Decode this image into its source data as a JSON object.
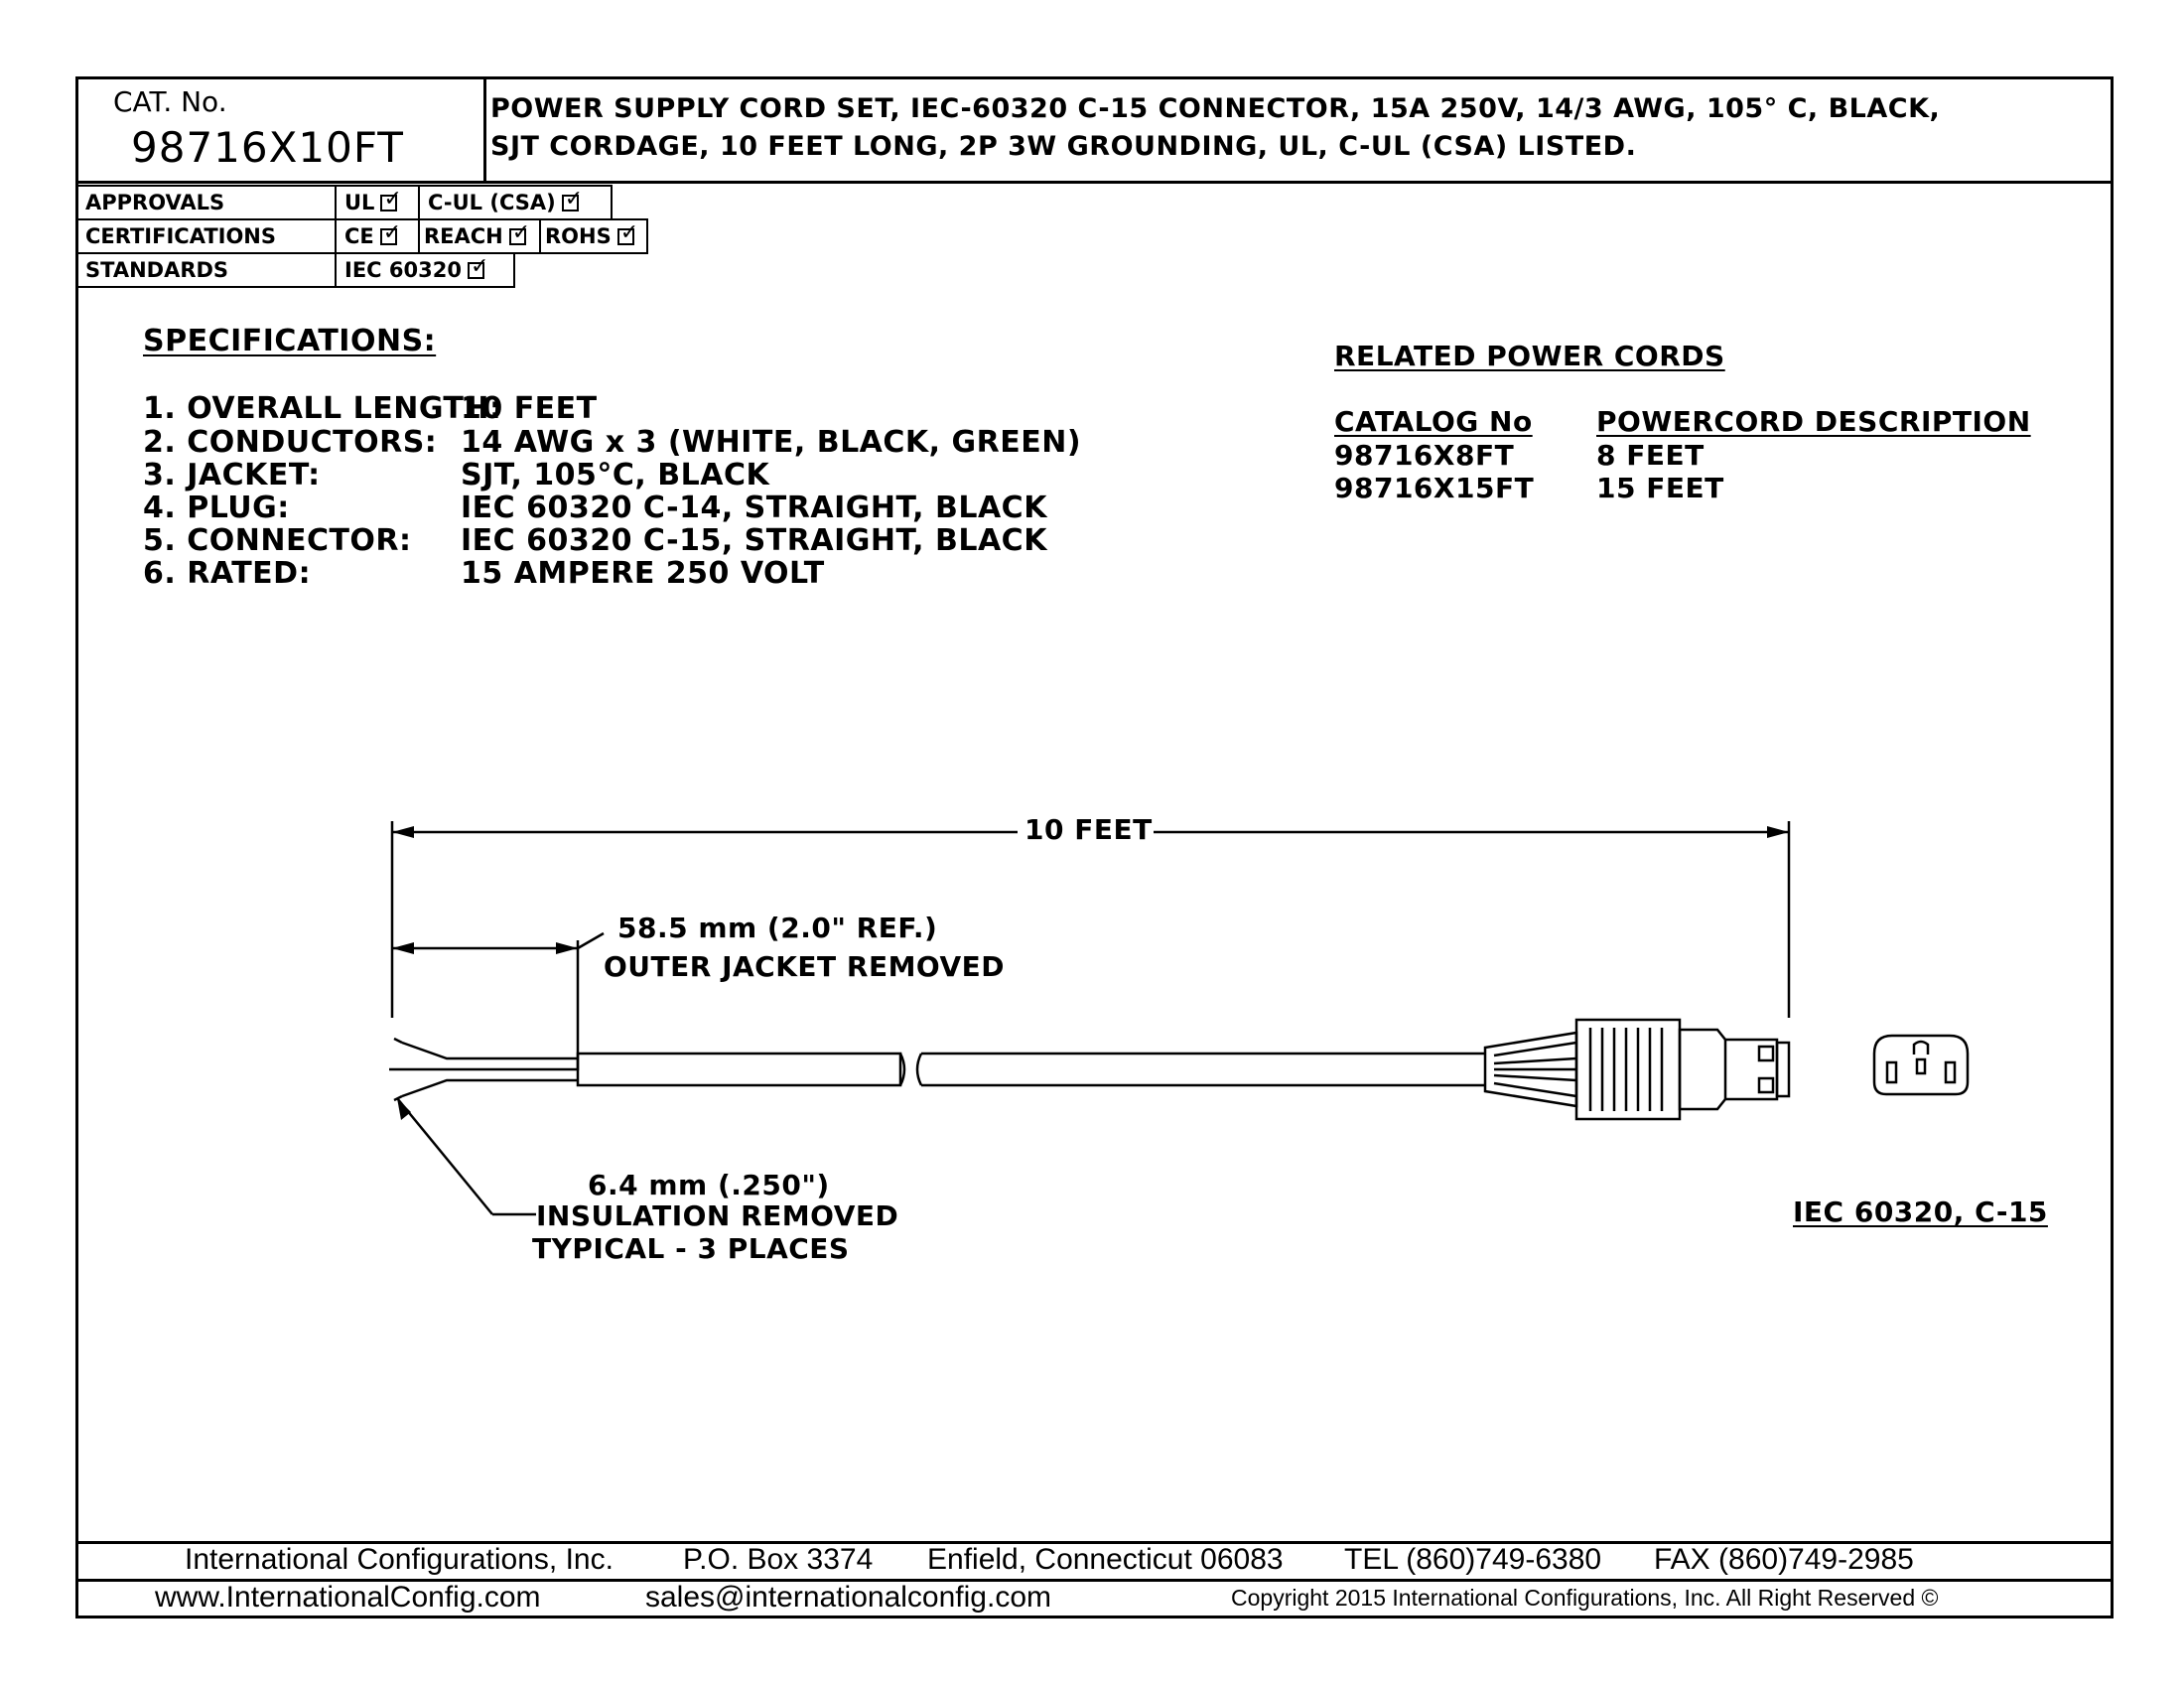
{
  "header": {
    "cat_label": "CAT. No.",
    "cat_number": "98716X10FT",
    "description_line1": "POWER SUPPLY CORD SET, IEC-60320 C-15 CONNECTOR, 15A 250V, 14/3 AWG, 105° C, BLACK,",
    "description_line2": "SJT CORDAGE, 10 FEET LONG, 2P 3W GROUNDING, UL, C-UL (CSA) LISTED."
  },
  "compliance": {
    "approvals_label": "APPROVALS",
    "approvals": [
      "UL",
      "C-UL (CSA)"
    ],
    "certifications_label": "CERTIFICATIONS",
    "certifications": [
      "CE",
      "REACH",
      "ROHS"
    ],
    "standards_label": "STANDARDS",
    "standards": [
      "IEC 60320"
    ]
  },
  "specifications": {
    "title": "SPECIFICATIONS:",
    "items": [
      {
        "label": "1. OVERALL LENGTH:",
        "value": "10 FEET"
      },
      {
        "label": "2. CONDUCTORS:",
        "value": "14 AWG x 3 (WHITE, BLACK, GREEN)"
      },
      {
        "label": "3. JACKET:",
        "value": "SJT, 105°C, BLACK"
      },
      {
        "label": "4. PLUG:",
        "value": "IEC 60320 C-14, STRAIGHT, BLACK"
      },
      {
        "label": "5. CONNECTOR:",
        "value": "IEC 60320 C-15, STRAIGHT, BLACK"
      },
      {
        "label": "6. RATED:",
        "value": "15 AMPERE 250 VOLT"
      }
    ]
  },
  "related": {
    "title": "RELATED POWER CORDS",
    "col_catalog": "CATALOG No",
    "col_description": "POWERCORD DESCRIPTION",
    "rows": [
      {
        "catalog": "98716X8FT",
        "description": "8 FEET"
      },
      {
        "catalog": "98716X15FT",
        "description": "15 FEET"
      }
    ]
  },
  "drawing": {
    "overall_length": "10 FEET",
    "jacket_dim": "58.5 mm (2.0\" REF.)",
    "jacket_note": "OUTER JACKET REMOVED",
    "insulation_dim": "6.4 mm (.250\")",
    "insulation_note1": "INSULATION REMOVED",
    "insulation_note2": "TYPICAL - 3 PLACES",
    "connector_label": "IEC 60320, C-15"
  },
  "footer": {
    "company": "International Configurations, Inc.",
    "po_box": "P.O. Box 3374",
    "city": "Enfield, Connecticut 06083",
    "tel": "TEL (860)749-6380",
    "fax": "FAX (860)749-2985",
    "website": "www.InternationalConfig.com",
    "email": "sales@internationalconfig.com",
    "copyright": "Copyright 2015 International Configurations, Inc. All Right Reserved ©"
  }
}
